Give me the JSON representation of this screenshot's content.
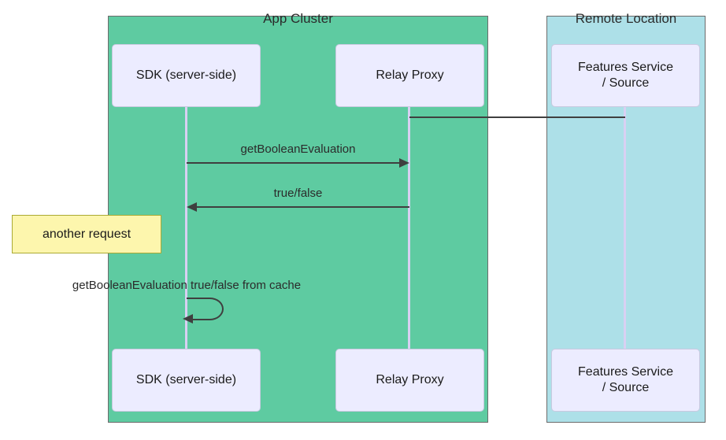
{
  "colors": {
    "page_bg": "#ffffff",
    "app_cluster_fill": "#5ECBA1",
    "remote_cluster_fill": "#ADE0E8",
    "cluster_border": "#6b6b6b",
    "actor_fill": "#ECECFF",
    "actor_border": "#c9c9e0",
    "note_fill": "#FDF6AD",
    "note_border": "#AAAA33",
    "line_color": "#3f3f3f",
    "lifeline_color": "#d8d0f2",
    "text_color": "#2b2b2b"
  },
  "clusters": {
    "app": {
      "label": "App Cluster"
    },
    "remote": {
      "label": "Remote Location"
    }
  },
  "actors": {
    "sdk": {
      "label": "SDK (server-side)"
    },
    "relay": {
      "label": "Relay Proxy"
    },
    "features": {
      "label_line1": "Features Service",
      "label_line2": "/ Source"
    }
  },
  "messages": {
    "request": {
      "label": "getBooleanEvaluation"
    },
    "response": {
      "label": "true/false"
    },
    "cache": {
      "label": "getBooleanEvaluation true/false from cache"
    }
  },
  "note": {
    "label": "another request"
  }
}
